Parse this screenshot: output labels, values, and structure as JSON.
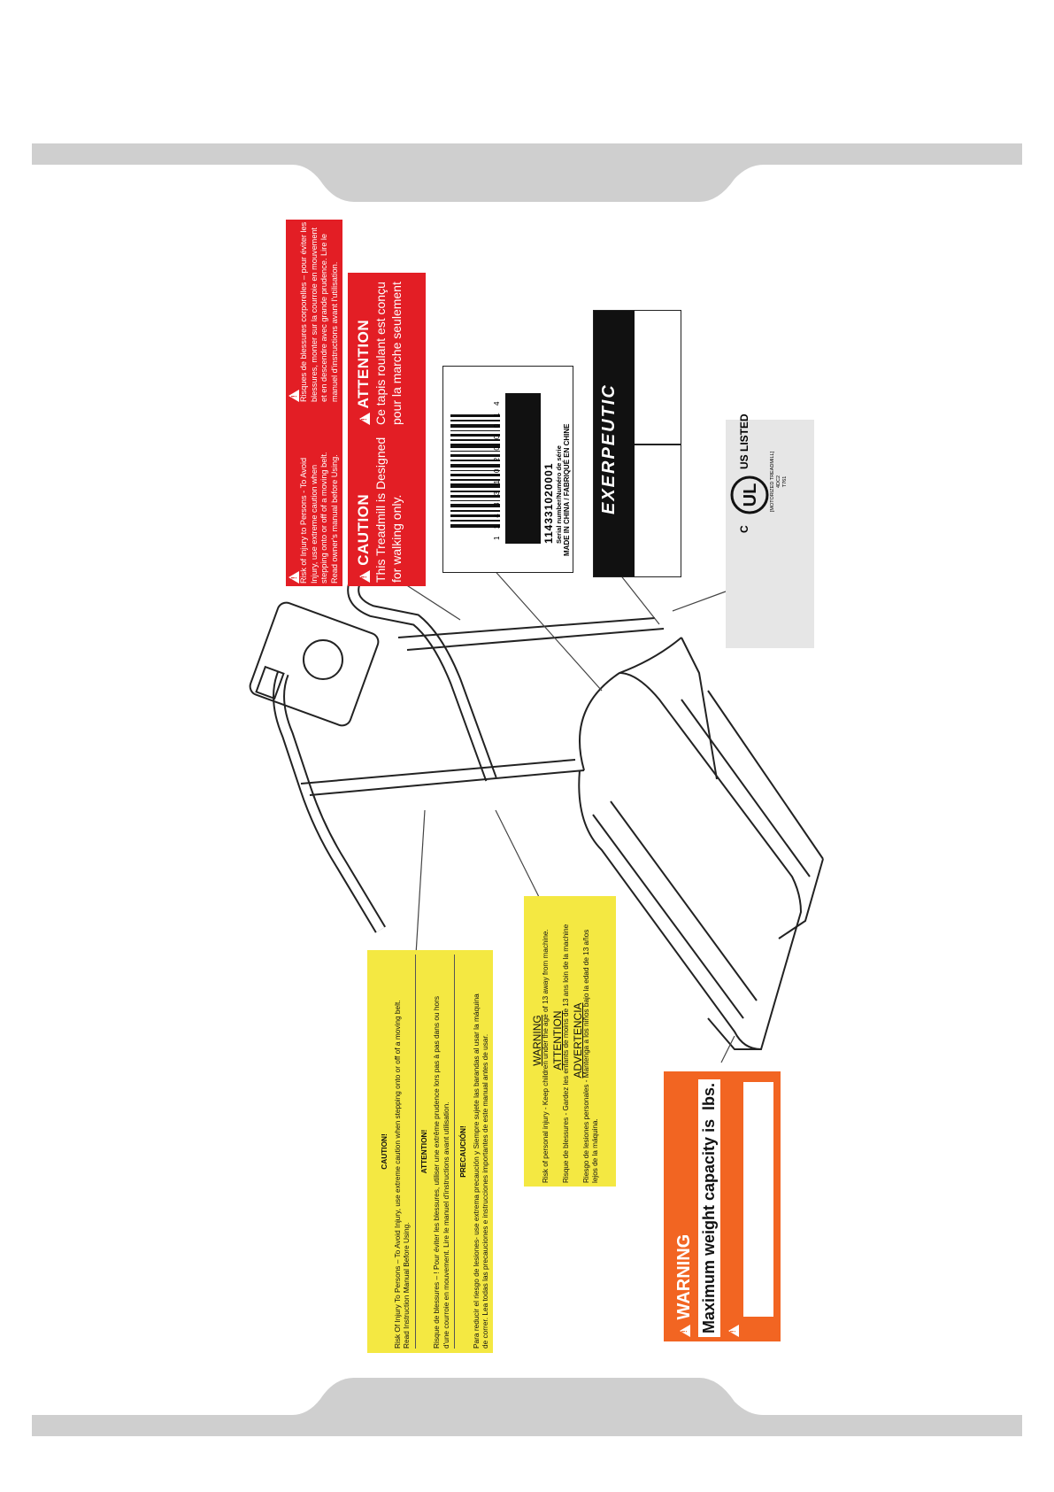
{
  "labels": {
    "red_top": {
      "en": "Risk of Injury to Persons - To Avoid\nInjury, use extreme caution when\nstepping onto or off of a moving belt.\nRead owner's manual before Using.",
      "fr": "Risques de blessures corporelles – pour éviter les\nblessures, monter sur la courroie en mouvement\net en descendre avec grande prudence. Lire le\nmanuel d'instructions avant l'utilisation."
    },
    "red_bottom": {
      "caution_title": "CAUTION",
      "caution_text": "This Treadmill is Designed\nfor walking only.",
      "attention_title": "ATTENTION",
      "attention_text": "Ce tapis roulant est conçu\npour la marche seulement"
    },
    "serial": {
      "barcode_digits": "1 1 4 3 3 1 0 2 0 0 0 1 4",
      "number": "114331020001",
      "caption": "Serial number/Numéro de série",
      "made": "MADE IN CHINA / FABRIQUÉ EN CHINE"
    },
    "brand": {
      "logo": "EXERPEUTIC"
    },
    "ul": {
      "c": "C",
      "us_listed": "US LISTED",
      "sub": "[MOTORIZED TREADMILL]\n4DC2\nT761"
    },
    "yellow_large": {
      "caution_title": "CAUTION!",
      "caution_text": "Risk Of Injury To Persons – To Avoid Injury, use extreme caution when stepping onto or off of a moving belt.\nRead Instruction Manual Before Using.",
      "attention_title": "ATTENTION!",
      "attention_text": "Risque de blessures – ! Pour éviter les blessures, utiliser une extrême prudence lors pas à pas dans ou hors\nd'une courroie en mouvement. Lire le manuel d'instructions avant utilisation.",
      "precaucion_title": "PRECAUCIÓN!",
      "precaucion_text": "Para reducir el riesgo de lesiones- use extrema precaución y Siempre sujete las barandas al usar la máquina\nde correr. Lea todas las precauciones e instrucciones importantes de este manual antes de usar."
    },
    "yellow_small": {
      "warning_title": "WARNING",
      "warning_text": "Risk of personal injury - Keep children under the age of 13 away from machine.",
      "attention_title": "ATTENTION",
      "attention_text": "Risque de blessures - Gardez les enfants de moins de 13 ans loin de la machine",
      "advertencia_title": "ADVERTENCIA",
      "advertencia_text": "Riesgo de lesiones personales - Mantenga a los niños bajo la edad de 13 años\nlejos de la máquina."
    },
    "orange": {
      "title": "WARNING",
      "capacity_text": "Maximum weight capacity is",
      "unit": "lbs."
    }
  },
  "colors": {
    "red": "#e31e25",
    "yellow": "#f4e842",
    "orange": "#f26522",
    "band": "#cfcfcf",
    "ul_bg": "#e6e6e6"
  }
}
